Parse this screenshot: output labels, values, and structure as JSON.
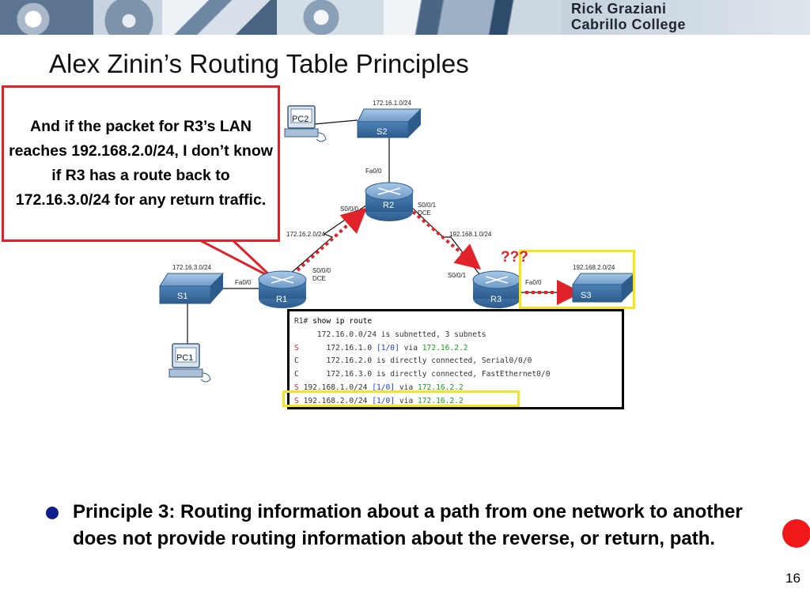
{
  "header": {
    "author": "Rick Graziani",
    "college": "Cabrillo College"
  },
  "slide": {
    "title": "Alex Zinin’s Routing Table Principles",
    "callout": "And if the packet for R3’s LAN reaches 192.168.2.0/24, I don’t know if R3 has a route back to 172.16.3.0/24 for any return traffic.",
    "question_marks": "???",
    "principle": "Principle 3: Routing information about a path from one network to another does not provide routing information about the reverse, or return, path.",
    "page_number": "16"
  },
  "topology": {
    "devices": {
      "pc2": "PC2",
      "pc1": "PC1",
      "s1": "S1",
      "s2": "S2",
      "s3": "S3",
      "r1": "R1",
      "r2": "R2",
      "r3": "R3"
    },
    "labels": {
      "s2_net": "172.16.1.0/24",
      "s1_net": "172.16.3.0/24",
      "s3_net": "192.168.2.0/24",
      "r1_r2_net": "172.16.2.0/24",
      "r2_r3_net": "192.168.1.0/24",
      "r2_fa": "Fa0/0",
      "r2_s000": "S0/0/0",
      "r2_s001": "S0/0/1",
      "r2_dce": "DCE",
      "r1_fa": "Fa0/0",
      "r1_s000": "S0/0/0",
      "r1_dce": "DCE",
      "r3_s001": "S0/0/1",
      "r3_fa": "Fa0/0"
    },
    "colors": {
      "link": "#111111",
      "arrow": "#e0232a",
      "highlight": "#f4e51c",
      "device_blue": "#3f73a6"
    }
  },
  "cli": {
    "prompt": "R1#",
    "command": "show ip route",
    "subnetted": "172.16.0.0/24 is subnetted, 3 subnets",
    "routes": [
      {
        "code": "S",
        "indent": "      ",
        "network": "172.16.1.0",
        "ad": "[1/0]",
        "via": "via",
        "nexthop": "172.16.2.2",
        "text": ""
      },
      {
        "code": "C",
        "indent": "      ",
        "network": "172.16.2.0",
        "ad": "",
        "via": "",
        "nexthop": "",
        "text": "is directly connected, Serial0/0/0"
      },
      {
        "code": "C",
        "indent": "      ",
        "network": "172.16.3.0",
        "ad": "",
        "via": "",
        "nexthop": "",
        "text": "is directly connected, FastEthernet0/0"
      },
      {
        "code": "S",
        "indent": " ",
        "network": "192.168.1.0/24",
        "ad": "[1/0]",
        "via": "via",
        "nexthop": "172.16.2.2",
        "text": ""
      },
      {
        "code": "S",
        "indent": " ",
        "network": "192.168.2.0/24",
        "ad": "[1/0]",
        "via": "via",
        "nexthop": "172.16.2.2",
        "text": ""
      }
    ]
  }
}
